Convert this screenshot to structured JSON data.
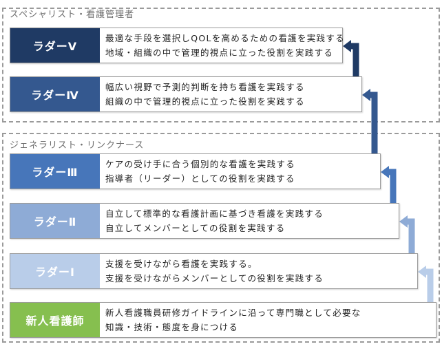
{
  "groups": {
    "specialist": "スペシャリスト・看護管理者",
    "generalist": "ジェネラリスト・リンクナース"
  },
  "ladder": [
    {
      "label": "ラダーⅤ",
      "color": "#1f3a64",
      "text_color": "#ffffff",
      "lines": [
        "最適な手段を選択しQOLを高めるための看護を実践する",
        "地域・組織の中で管理的視点に立った役割を実践する"
      ]
    },
    {
      "label": "ラダーⅣ",
      "color": "#34588f",
      "text_color": "#ffffff",
      "lines": [
        "幅広い視野で予測的判断を持ち看護を実践する",
        "組織の中で管理的視点に立った役割を実践する"
      ]
    },
    {
      "label": "ラダーⅢ",
      "color": "#4776ba",
      "text_color": "#ffffff",
      "lines": [
        "ケアの受け手に合う個別的な看護を実践する",
        "指導者（リーダー）としての役割を実践する"
      ]
    },
    {
      "label": "ラダーⅡ",
      "color": "#8eabd6",
      "text_color": "#ffffff",
      "lines": [
        "自立して標準的な看護計画に基づき看護を実践する",
        "自立してメンバーとしての役割を実践する"
      ]
    },
    {
      "label": "ラダーⅠ",
      "color": "#b9cde9",
      "text_color": "#ffffff",
      "lines": [
        "支援を受けながら看護を実践する。",
        "支援を受けながらメンバーとしての役割を実践する"
      ]
    },
    {
      "label": "新人看護師",
      "color": "#86bf4f",
      "text_color": "#ffffff",
      "lines": [
        "新人看護職員研修ガイドラインに沿って専門職として必要な",
        "知識・技術・態度を身につける"
      ]
    }
  ],
  "arrow_colors": [
    "#1f3a64",
    "#34588f",
    "#4776ba",
    "#8eabd6",
    "#b9cde9"
  ]
}
